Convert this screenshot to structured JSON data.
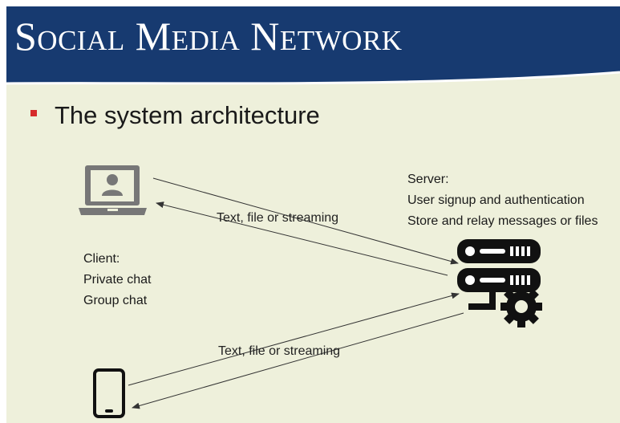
{
  "slide": {
    "title": "Social Media Network",
    "bullet": "The system architecture"
  },
  "client": {
    "heading": "Client:",
    "lines": [
      "Private chat",
      "Group chat"
    ]
  },
  "server": {
    "heading": "Server:",
    "lines": [
      "User signup and authentication",
      "Store and relay messages or files"
    ]
  },
  "arrows": {
    "laptop_label": "Text, file or streaming",
    "phone_label": "Text, file or streaming"
  },
  "colors": {
    "banner": "#173a70",
    "background": "#eef0db",
    "bullet": "#d62b2b",
    "laptop_icon": "#777777"
  },
  "icons": [
    "laptop-icon",
    "server-icon",
    "gear-icon",
    "phone-icon"
  ]
}
